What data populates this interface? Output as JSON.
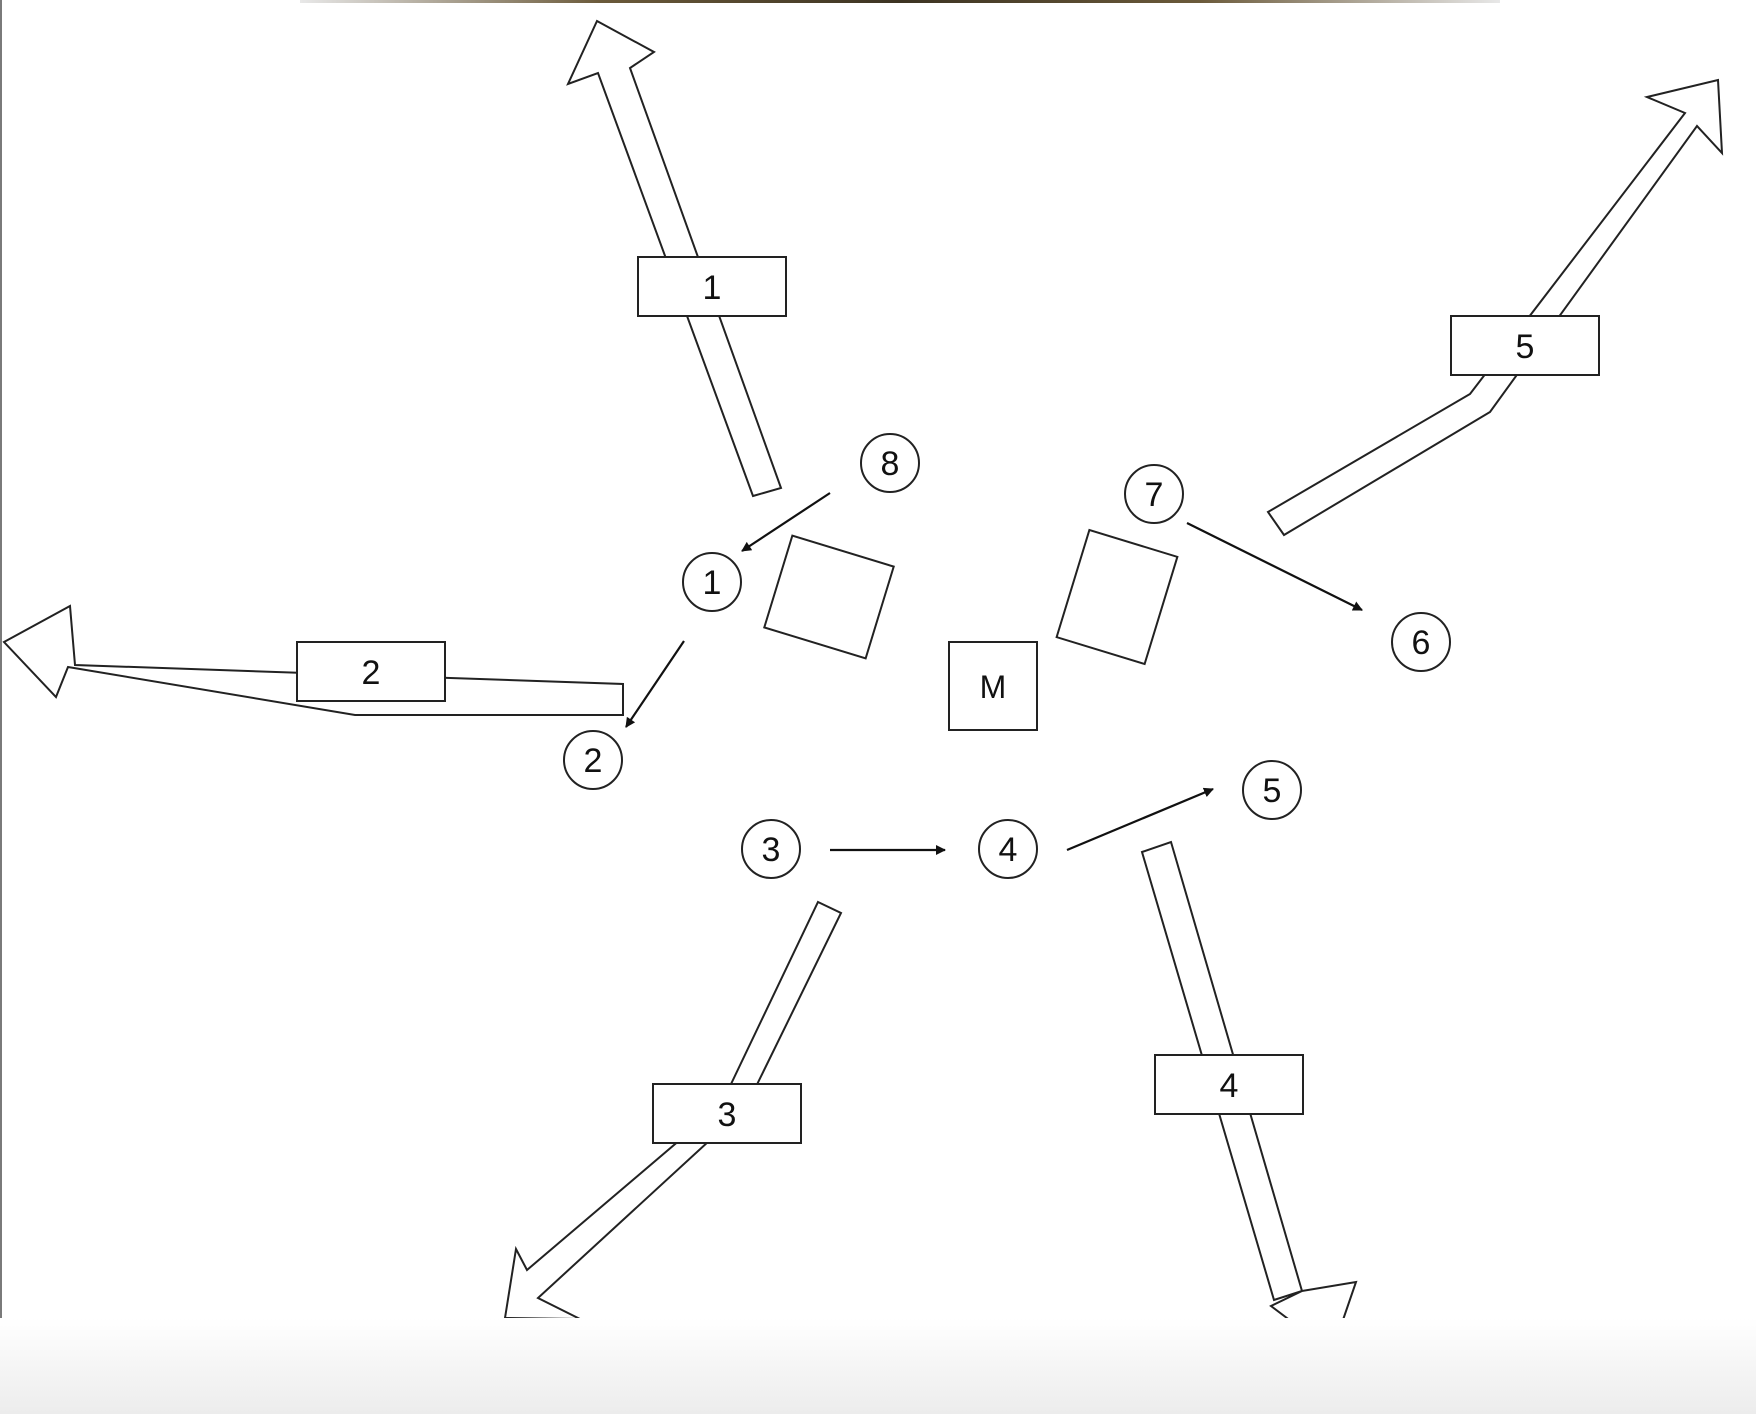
{
  "colors": {
    "stroke": "#222222",
    "fill": "#ffffff",
    "background": "#ffffff"
  },
  "center": {
    "label": "M"
  },
  "flow_arrows": [
    {
      "id": "1",
      "label": "1",
      "direction": "up"
    },
    {
      "id": "2",
      "label": "2",
      "direction": "left"
    },
    {
      "id": "3",
      "label": "3",
      "direction": "down-left"
    },
    {
      "id": "4",
      "label": "4",
      "direction": "down"
    },
    {
      "id": "5",
      "label": "5",
      "direction": "up-right"
    }
  ],
  "nodes": [
    {
      "id": "n1",
      "label": "1"
    },
    {
      "id": "n2",
      "label": "2"
    },
    {
      "id": "n3",
      "label": "3"
    },
    {
      "id": "n4",
      "label": "4"
    },
    {
      "id": "n5",
      "label": "5"
    },
    {
      "id": "n6",
      "label": "6"
    },
    {
      "id": "n7",
      "label": "7"
    },
    {
      "id": "n8",
      "label": "8"
    }
  ],
  "edges": [
    {
      "from": "8",
      "to": "1"
    },
    {
      "from": "1",
      "to": "2"
    },
    {
      "from": "3",
      "to": "4"
    },
    {
      "from": "4",
      "to": "5"
    },
    {
      "from": "7",
      "to": "6"
    }
  ]
}
